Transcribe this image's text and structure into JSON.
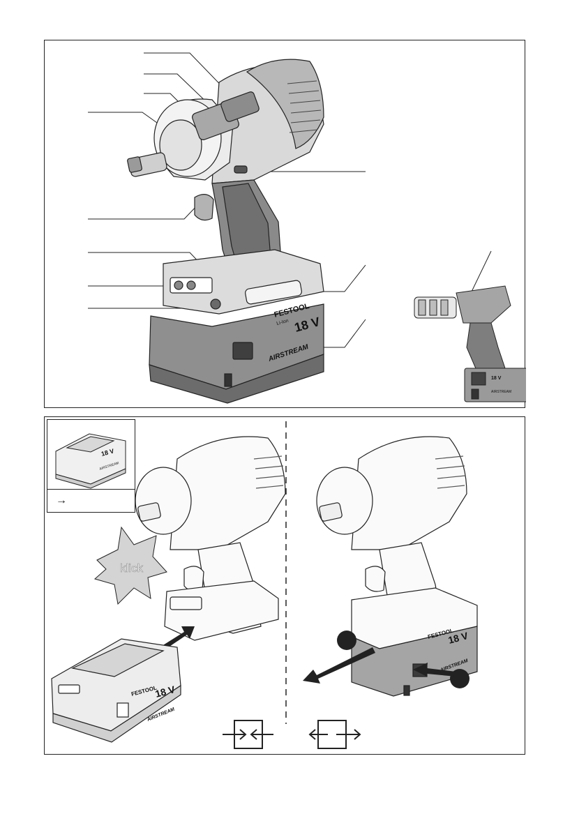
{
  "figure1": {
    "battery_brand": "FESTOOL",
    "battery_sub": "Li-Ion",
    "battery_voltage": "18 V",
    "battery_series": "AIRSTREAM",
    "small_drill_voltage": "18 V",
    "small_drill_series": "AIRSTREAM"
  },
  "figure2": {
    "inset_battery_voltage": "18 V",
    "inset_battery_series": "AIRSTREAM",
    "inset_caption_arrow": "→",
    "sound_label": "klick",
    "left_battery_brand": "FESTOOL",
    "left_battery_voltage": "18 V",
    "left_battery_series": "AIRSTREAM",
    "right_battery_brand": "FESTOOL",
    "right_battery_voltage": "18 V",
    "right_battery_series": "AIRSTREAM",
    "insert_symbol": "insert-battery-icon",
    "remove_symbol": "remove-battery-icon"
  },
  "colors": {
    "tool_light": "#e6e6e6",
    "tool_mid": "#b3b3b3",
    "tool_dark": "#5a5a5a",
    "battery_gray": "#8f8f8f",
    "line": "#222222"
  }
}
